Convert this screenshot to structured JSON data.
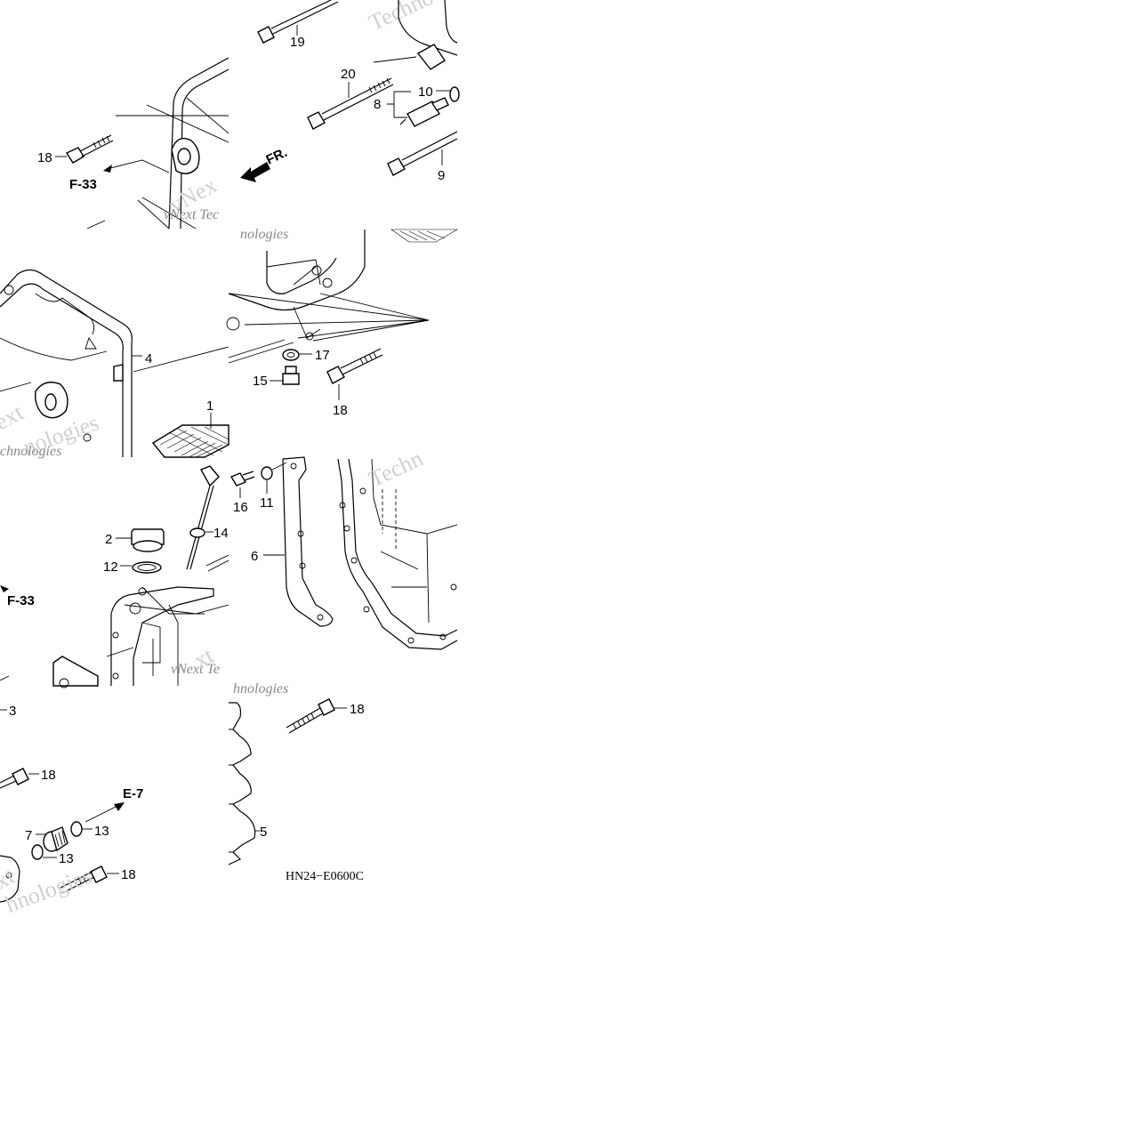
{
  "diagram": {
    "code": "HN24−E0600C",
    "direction_label": "FR.",
    "callouts": {
      "n1": "1",
      "n2": "2",
      "n3": "3",
      "n4": "4",
      "n5": "5",
      "n6": "6",
      "n7": "7",
      "n8": "8",
      "n9": "9",
      "n10": "10",
      "n11": "11",
      "n12": "12",
      "n13a": "13",
      "n13b": "13",
      "n14": "14",
      "n15": "15",
      "n16": "16",
      "n17": "17",
      "n18a": "18",
      "n18b": "18",
      "n18c": "18",
      "n18d": "18",
      "n18e": "18",
      "n19": "19",
      "n20": "20"
    },
    "refs": {
      "f33a": "F-33",
      "f33b": "F-33",
      "e7": "E-7"
    },
    "watermarks": {
      "w1": "Techno",
      "w2": "vNext Tec",
      "w3": "vNex",
      "w4": "nologies",
      "w5": "ext",
      "w6": "chnologies",
      "w7": "Techn",
      "w8": "vNext Te",
      "w9": "hnologies",
      "w10": "xt",
      "w11": "hnologies"
    }
  }
}
